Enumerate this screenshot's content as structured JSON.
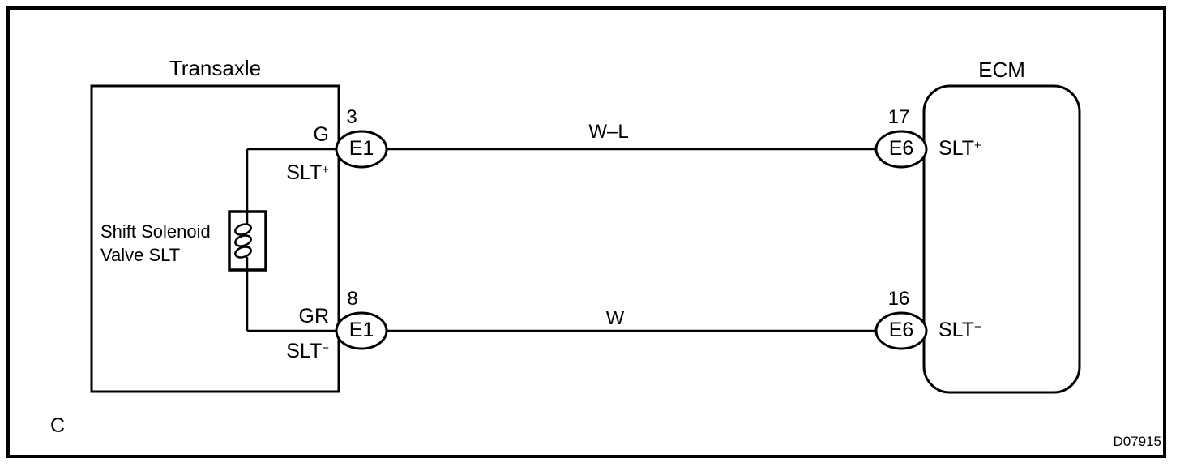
{
  "figure": {
    "figure_label": "C",
    "drawing_number": "D07915"
  },
  "transaxle": {
    "title": "Transaxle",
    "component_label_line1": "Shift Solenoid",
    "component_label_line2": "Valve SLT",
    "pins": [
      {
        "pin_number": "3",
        "connector": "E1",
        "wire_color": "G",
        "signal": "SLT",
        "signal_polarity": "+"
      },
      {
        "pin_number": "8",
        "connector": "E1",
        "wire_color": "GR",
        "signal": "SLT",
        "signal_polarity": "−"
      }
    ]
  },
  "ecm": {
    "title": "ECM",
    "pins": [
      {
        "pin_number": "17",
        "connector": "E6",
        "signal": "SLT",
        "signal_polarity": "+"
      },
      {
        "pin_number": "16",
        "connector": "E6",
        "signal": "SLT",
        "signal_polarity": "−"
      }
    ]
  },
  "wires": [
    {
      "label": "W–L"
    },
    {
      "label": "W"
    }
  ],
  "colors": {
    "line": "#000000",
    "background": "#ffffff"
  }
}
